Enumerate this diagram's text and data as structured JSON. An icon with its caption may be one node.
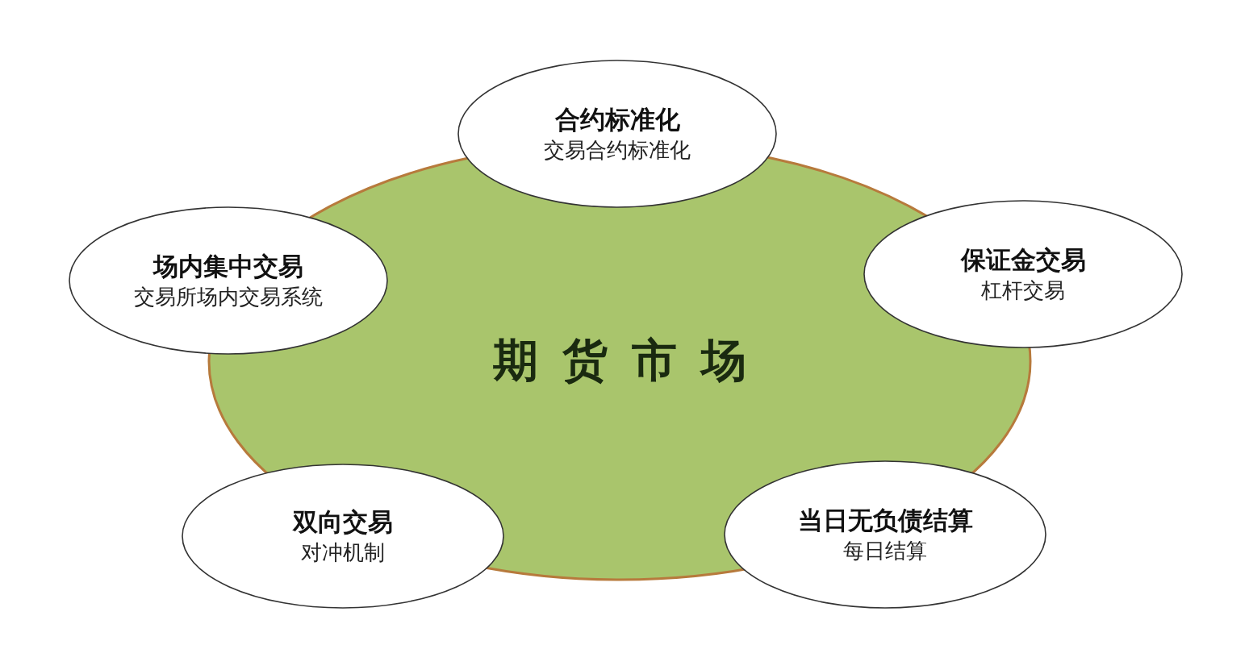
{
  "diagram": {
    "nodes": [
      {
        "text": [
          "期货市场"
        ]
      },
      {
        "text": [
          "合约标准化",
          "交易合约标准化"
        ]
      },
      {
        "text": [
          "场内集中交易",
          "交易所场内交易系统"
        ]
      },
      {
        "text": [
          "保证金交易",
          "杠杆交易"
        ]
      },
      {
        "text": [
          "双向交易",
          "对冲机制"
        ]
      },
      {
        "text": [
          "当日无负债结算",
          "每日结算"
        ]
      }
    ]
  }
}
